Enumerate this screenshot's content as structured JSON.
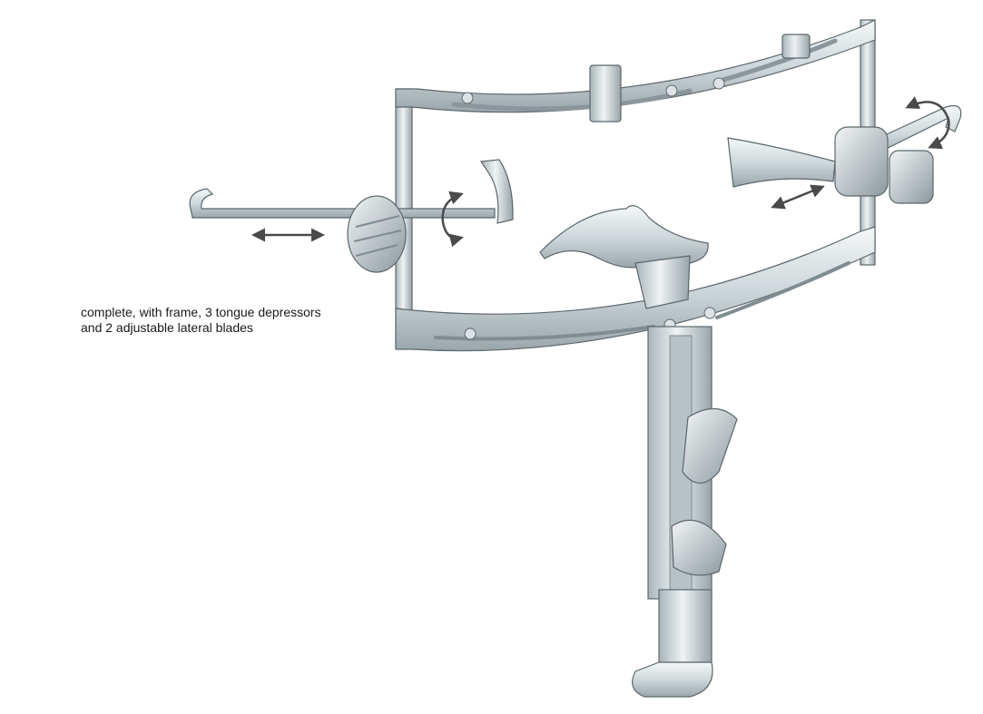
{
  "caption": {
    "line1": "complete, with frame, 3 tongue depressors",
    "line2": "and 2 adjustable lateral blades"
  },
  "illustration": {
    "subject": "mouth-gag-retractor",
    "colors": {
      "metal_light": "#e9eef0",
      "metal_mid": "#c4ced2",
      "metal_dark": "#7f8c91",
      "outline": "#5b676c",
      "arrow": "#4a4a4a"
    }
  }
}
